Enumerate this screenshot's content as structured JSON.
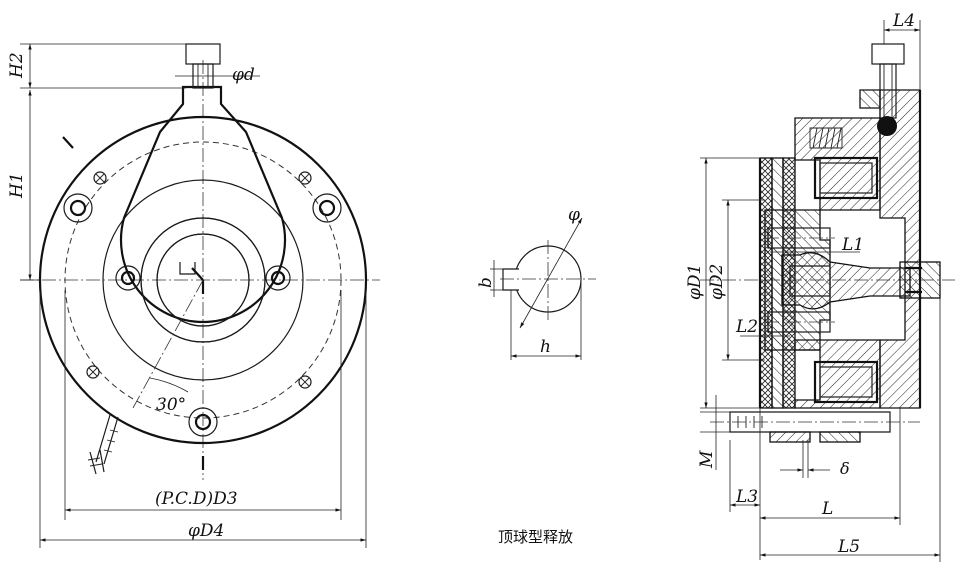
{
  "caption": "顶球型释放",
  "front_view": {
    "labels": {
      "h2": "H2",
      "h1": "H1",
      "d": "φd",
      "angle": "30°",
      "pcd": "(P.C.D)D3",
      "d4": "φD4"
    }
  },
  "key_detail": {
    "labels": {
      "phi": "φ",
      "b": "b",
      "h": "h"
    }
  },
  "section_view": {
    "labels": {
      "l4": "L4",
      "d1": "φD1",
      "d2": "φD2",
      "l1": "L1",
      "l2": "L2",
      "m": "M",
      "delta": "δ",
      "l3": "L3",
      "l": "L",
      "l5": "L5"
    }
  }
}
